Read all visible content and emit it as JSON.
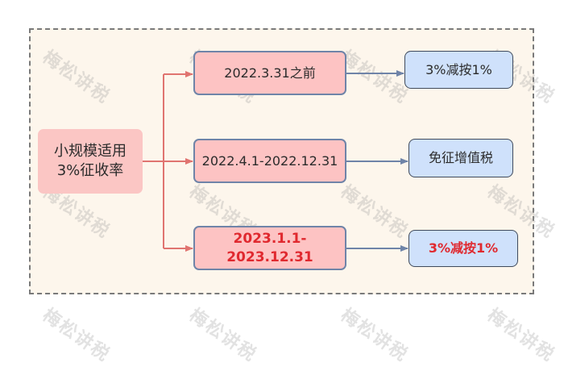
{
  "diagram": {
    "root": {
      "line1": "小规模适用",
      "line2": "3%征收率"
    },
    "branches": [
      {
        "period": "2022.3.31之前",
        "result": "3%减按1%",
        "highlight": false
      },
      {
        "period": "2022.4.1-2022.12.31",
        "result": "免征增值税",
        "highlight": false
      },
      {
        "period": "2023.1.1-2023.12.31",
        "result": "3%减按1%",
        "highlight": true
      }
    ]
  },
  "watermark": {
    "text": "梅松讲税"
  },
  "colors": {
    "frame_bg": "#fdf6ec",
    "root_fill": "#fbc6c4",
    "period_fill": "#fdc3c3",
    "period_border": "#6f84a8",
    "result_fill": "#cfe1fb",
    "result_border": "#404b5c",
    "pink_connector": "#e07470",
    "blue_connector": "#6f84a8",
    "highlight_text": "#e0292f"
  }
}
